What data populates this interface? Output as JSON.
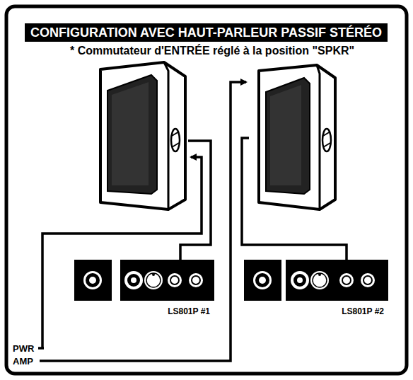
{
  "diagram": {
    "title": "CONFIGURATION AVEC HAUT-PARLEUR PASSIF STÉRÉO",
    "nodes": [
      {
        "text": [
          "LS801P #1"
        ]
      },
      {
        "text": [
          "LS801P #2"
        ]
      }
    ],
    "labels": [
      "* Commutateur d'ENTRÉE réglé à la position \"SPKR\"",
      "PWR",
      "AMP"
    ]
  }
}
